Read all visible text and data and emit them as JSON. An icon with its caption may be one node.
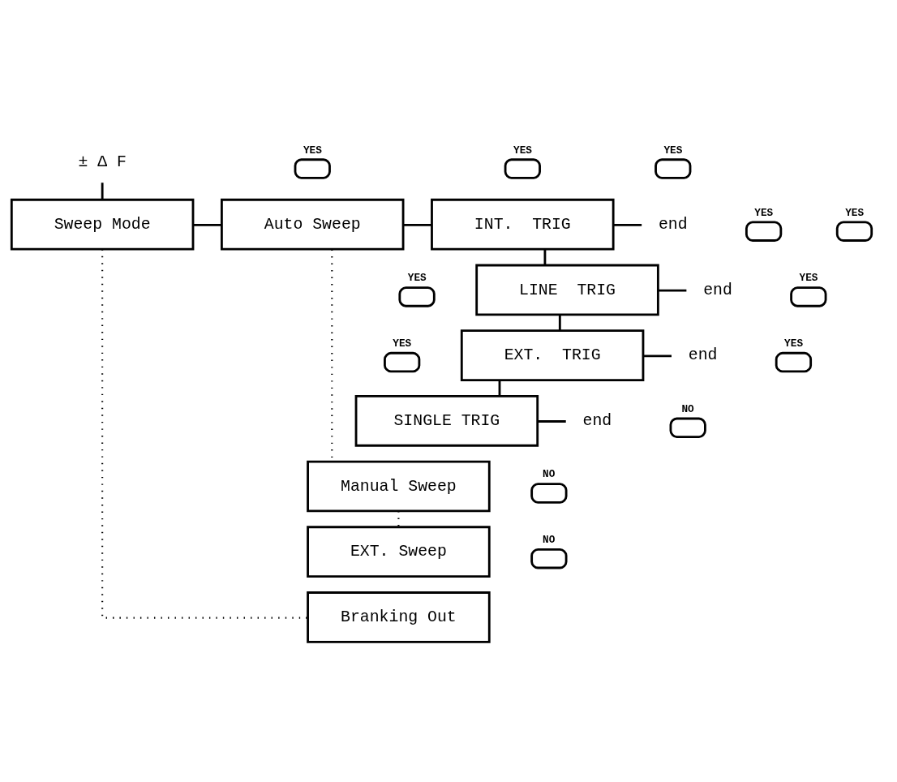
{
  "diagram": {
    "nodes": [
      {
        "text": [
          "± Δ F"
        ]
      },
      {
        "text": [
          "Sweep Mode"
        ]
      },
      {
        "text": [
          "Auto Sweep"
        ]
      },
      {
        "text": [
          "INT.  TRIG"
        ]
      },
      {
        "text": [
          "LINE  TRIG"
        ]
      },
      {
        "text": [
          "EXT.  TRIG"
        ]
      },
      {
        "text": [
          "SINGLE TRIG"
        ]
      },
      {
        "text": [
          "Manual Sweep"
        ]
      },
      {
        "text": [
          "EXT. Sweep"
        ]
      },
      {
        "text": [
          "Branking Out"
        ]
      },
      {
        "text": [
          "end"
        ]
      },
      {
        "text": [
          "end"
        ]
      },
      {
        "text": [
          "end"
        ]
      },
      {
        "text": [
          "end"
        ]
      },
      {
        "text": [
          "YES"
        ]
      },
      {
        "text": [
          "YES"
        ]
      },
      {
        "text": [
          "YES"
        ]
      },
      {
        "text": [
          "YES"
        ]
      },
      {
        "text": [
          "YES"
        ]
      },
      {
        "text": [
          "YES"
        ]
      },
      {
        "text": [
          "YES"
        ]
      },
      {
        "text": [
          "YES"
        ]
      },
      {
        "text": [
          "YES"
        ]
      },
      {
        "text": [
          "NO"
        ]
      },
      {
        "text": [
          "NO"
        ]
      },
      {
        "text": [
          "NO"
        ]
      }
    ],
    "edges": [
      {
        "from": 0,
        "to": 1,
        "arrow": "none"
      },
      {
        "from": 1,
        "to": 2,
        "arrow": "none"
      },
      {
        "from": 2,
        "to": 3,
        "arrow": "none"
      },
      {
        "from": 3,
        "to": 10,
        "arrow": "none"
      },
      {
        "from": 3,
        "to": 4,
        "arrow": "none"
      },
      {
        "from": 4,
        "to": 11,
        "arrow": "none"
      },
      {
        "from": 4,
        "to": 5,
        "arrow": "none"
      },
      {
        "from": 5,
        "to": 12,
        "arrow": "none"
      },
      {
        "from": 5,
        "to": 6,
        "arrow": "none"
      },
      {
        "from": 6,
        "to": 13,
        "arrow": "none"
      },
      {
        "from": 2,
        "to": 7,
        "arrow": "none",
        "style": "dashed"
      },
      {
        "from": 7,
        "to": 8,
        "arrow": "none",
        "style": "dashed"
      },
      {
        "from": 1,
        "to": 9,
        "arrow": "none",
        "style": "dashed"
      }
    ]
  }
}
